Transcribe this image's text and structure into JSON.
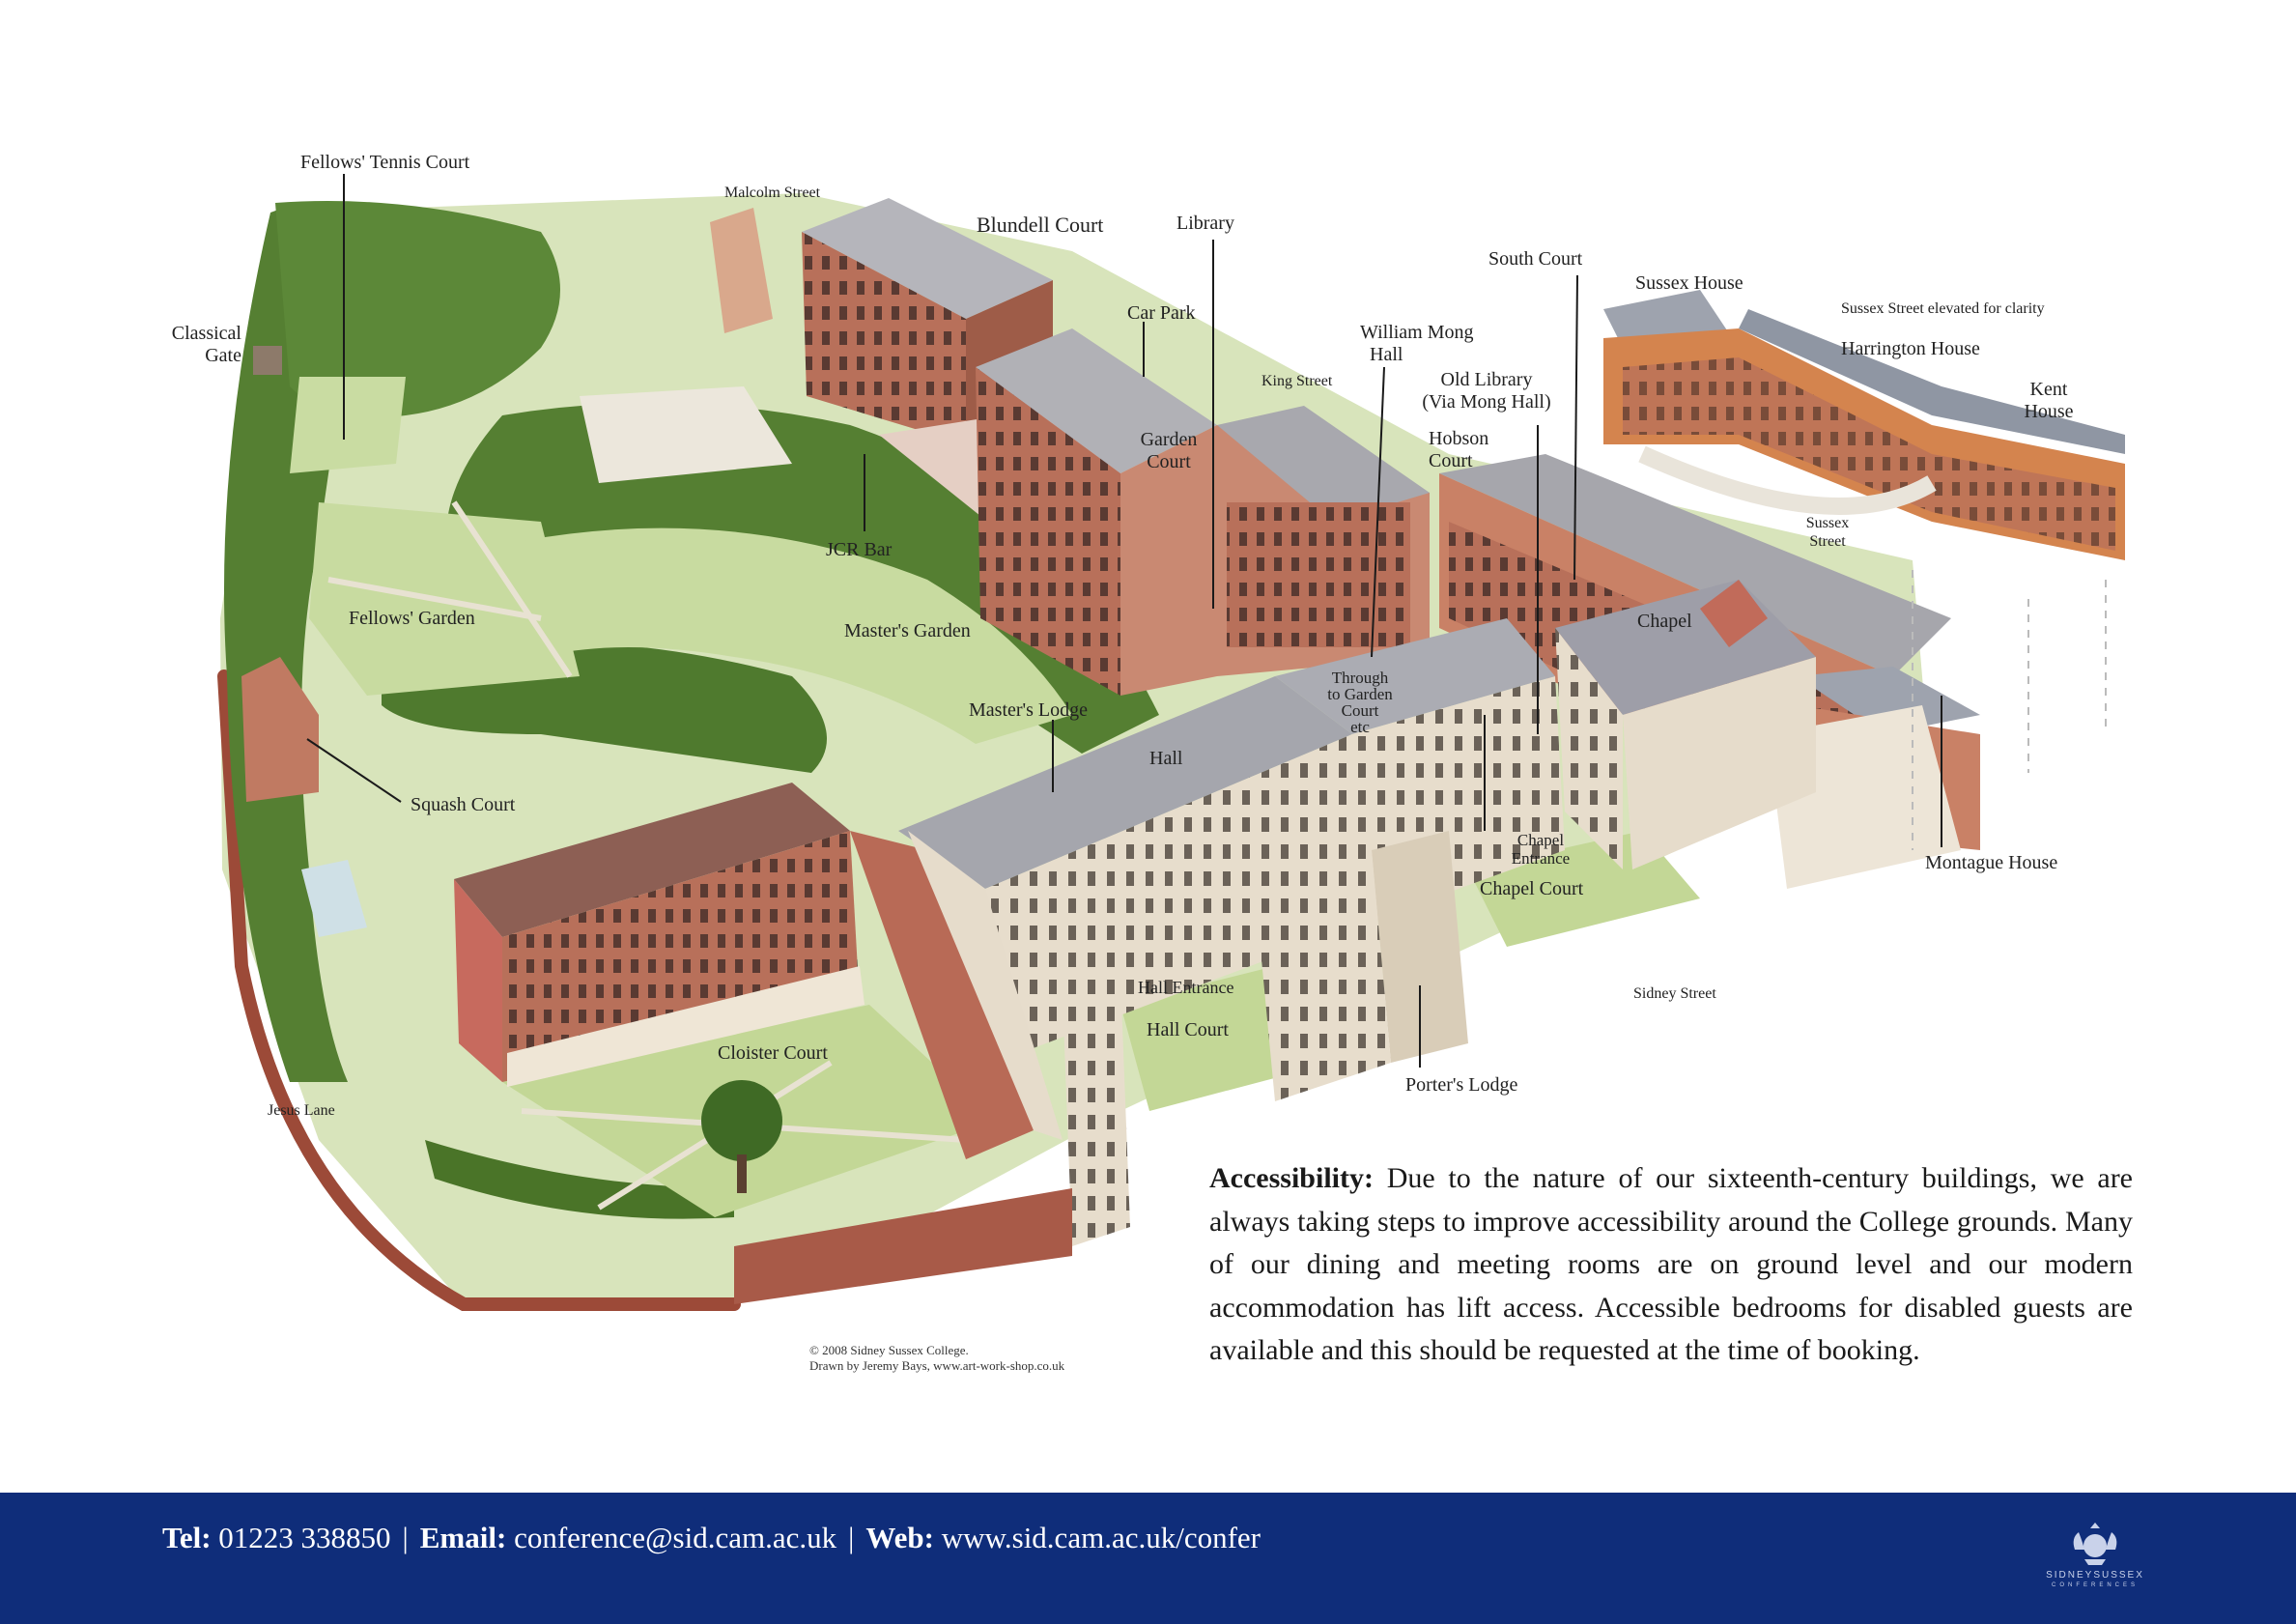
{
  "map": {
    "labels": [
      {
        "id": "fellows-tennis-court",
        "lines": [
          "Fellows' Tennis Court"
        ]
      },
      {
        "id": "malcolm-street",
        "lines": [
          "Malcolm Street"
        ]
      },
      {
        "id": "blundell-court",
        "lines": [
          "Blundell Court"
        ]
      },
      {
        "id": "library",
        "lines": [
          "Library"
        ]
      },
      {
        "id": "classical-gate",
        "lines": [
          "Classical",
          "Gate"
        ]
      },
      {
        "id": "car-park",
        "lines": [
          "Car Park"
        ]
      },
      {
        "id": "king-street",
        "lines": [
          "King Street"
        ]
      },
      {
        "id": "william-mong-hall",
        "lines": [
          "William Mong",
          "Hall"
        ]
      },
      {
        "id": "south-court",
        "lines": [
          "South Court"
        ]
      },
      {
        "id": "sussex-house",
        "lines": [
          "Sussex House"
        ]
      },
      {
        "id": "sussex-street-elevated",
        "lines": [
          "Sussex Street elevated for clarity"
        ]
      },
      {
        "id": "harrington-house",
        "lines": [
          "Harrington House"
        ]
      },
      {
        "id": "kent-house",
        "lines": [
          "Kent",
          "House"
        ]
      },
      {
        "id": "old-library",
        "lines": [
          "Old Library",
          "(Via Mong Hall)"
        ]
      },
      {
        "id": "hobson-court",
        "lines": [
          "Hobson",
          "Court"
        ]
      },
      {
        "id": "garden-court",
        "lines": [
          "Garden",
          "Court"
        ]
      },
      {
        "id": "sussex-street",
        "lines": [
          "Sussex",
          "Street"
        ]
      },
      {
        "id": "jcr-bar",
        "lines": [
          "JCR Bar"
        ]
      },
      {
        "id": "fellows-garden",
        "lines": [
          "Fellows' Garden"
        ]
      },
      {
        "id": "masters-garden",
        "lines": [
          "Master's Garden"
        ]
      },
      {
        "id": "chapel",
        "lines": [
          "Chapel"
        ]
      },
      {
        "id": "through-to-garden-court",
        "lines": [
          "Through",
          "to Garden",
          "Court",
          "etc"
        ]
      },
      {
        "id": "masters-lodge",
        "lines": [
          "Master's Lodge"
        ]
      },
      {
        "id": "hall",
        "lines": [
          "Hall"
        ]
      },
      {
        "id": "squash-court",
        "lines": [
          "Squash Court"
        ]
      },
      {
        "id": "chapel-entrance",
        "lines": [
          "Chapel",
          "Entrance"
        ]
      },
      {
        "id": "chapel-court",
        "lines": [
          "Chapel Court"
        ]
      },
      {
        "id": "montague-house",
        "lines": [
          "Montague House"
        ]
      },
      {
        "id": "hall-entrance",
        "lines": [
          "Hall Entrance"
        ]
      },
      {
        "id": "sidney-street",
        "lines": [
          "Sidney Street"
        ]
      },
      {
        "id": "hall-court",
        "lines": [
          "Hall Court"
        ]
      },
      {
        "id": "cloister-court",
        "lines": [
          "Cloister Court"
        ]
      },
      {
        "id": "jesus-lane",
        "lines": [
          "Jesus Lane"
        ]
      },
      {
        "id": "porters-lodge",
        "lines": [
          "Porter's Lodge"
        ]
      }
    ],
    "credit": [
      "© 2008 Sidney Sussex College.",
      "Drawn by Jeremy Bays, www.art-work-shop.co.uk"
    ]
  },
  "accessibility": {
    "heading": "Accessibility:",
    "body": "Due to the nature of our sixteenth-century buildings, we are always taking steps to improve accessibility around the College grounds. Many of our dining and meeting rooms are on ground level and our modern accommodation has lift access. Accessible bedrooms for disabled guests are available and this should be requested at the time of booking."
  },
  "footer": {
    "tel_label": "Tel:",
    "tel": "01223 338850",
    "email_label": "Email:",
    "email": "conference@sid.cam.ac.uk",
    "web_label": "Web:",
    "web": "www.sid.cam.ac.uk/confer",
    "logo_name": "SIDNEYSUSSEX",
    "logo_sub": "CONFERENCES"
  },
  "colors": {
    "footer_bg": "#0f2d7a",
    "lawn": "#c8dba0",
    "trees": "#4f7a2e",
    "brick": "#c07a62",
    "stone": "#e8ded0",
    "roof": "#a8a8ae"
  },
  "icons": [
    "crest-logo-icon"
  ]
}
